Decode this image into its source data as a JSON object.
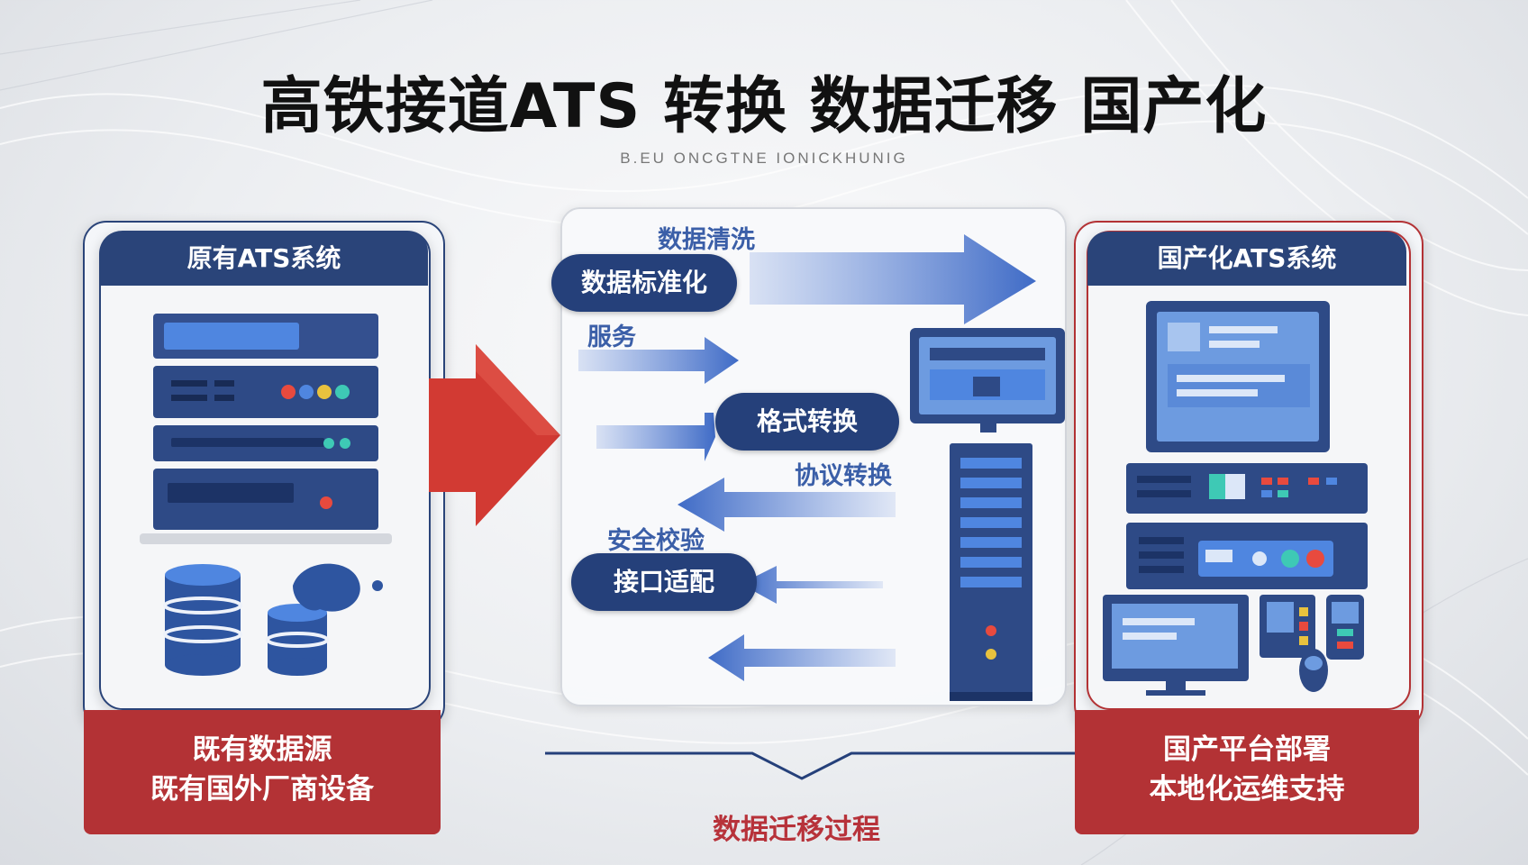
{
  "title": "高铁接道ATS 转换 数据迁移 国产化",
  "subtitle": "B.EU ONCGTNE IONICKHUNIG",
  "left_panel": {
    "header": "原有ATS系统",
    "footer_line1": "既有数据源",
    "footer_line2": "既有国外厂商设备"
  },
  "right_panel": {
    "header": "国产化ATS系统",
    "footer_line1": "国产平台部署",
    "footer_line2": "本地化运维支持"
  },
  "center": {
    "steps": {
      "clean_label": "数据清洗",
      "standardize": "数据标准化",
      "service_label": "服务",
      "format": "格式转换",
      "protocol_label": "协议转换",
      "security_label": "安全校验",
      "interface": "接口适配"
    },
    "caption": "数据迁移过程"
  },
  "colors": {
    "navy": "#2a4479",
    "red": "#b33235",
    "arrow_blue": "#4a72c8",
    "big_arrow_red": "#d23a33"
  }
}
